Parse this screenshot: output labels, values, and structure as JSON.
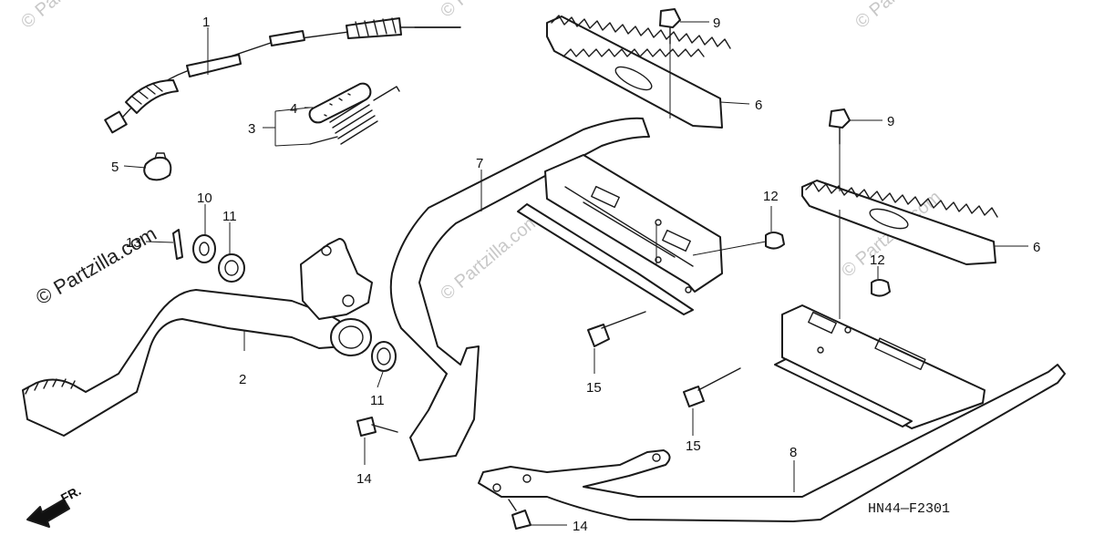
{
  "diagram_code": "HN44—F2301",
  "watermark": "© Partzilla.com",
  "direction_label": "FR.",
  "callouts": [
    "1",
    "2",
    "3",
    "4",
    "5",
    "6",
    "6",
    "7",
    "8",
    "9",
    "9",
    "10",
    "11",
    "11",
    "12",
    "12",
    "13",
    "14",
    "14",
    "15",
    "15"
  ]
}
